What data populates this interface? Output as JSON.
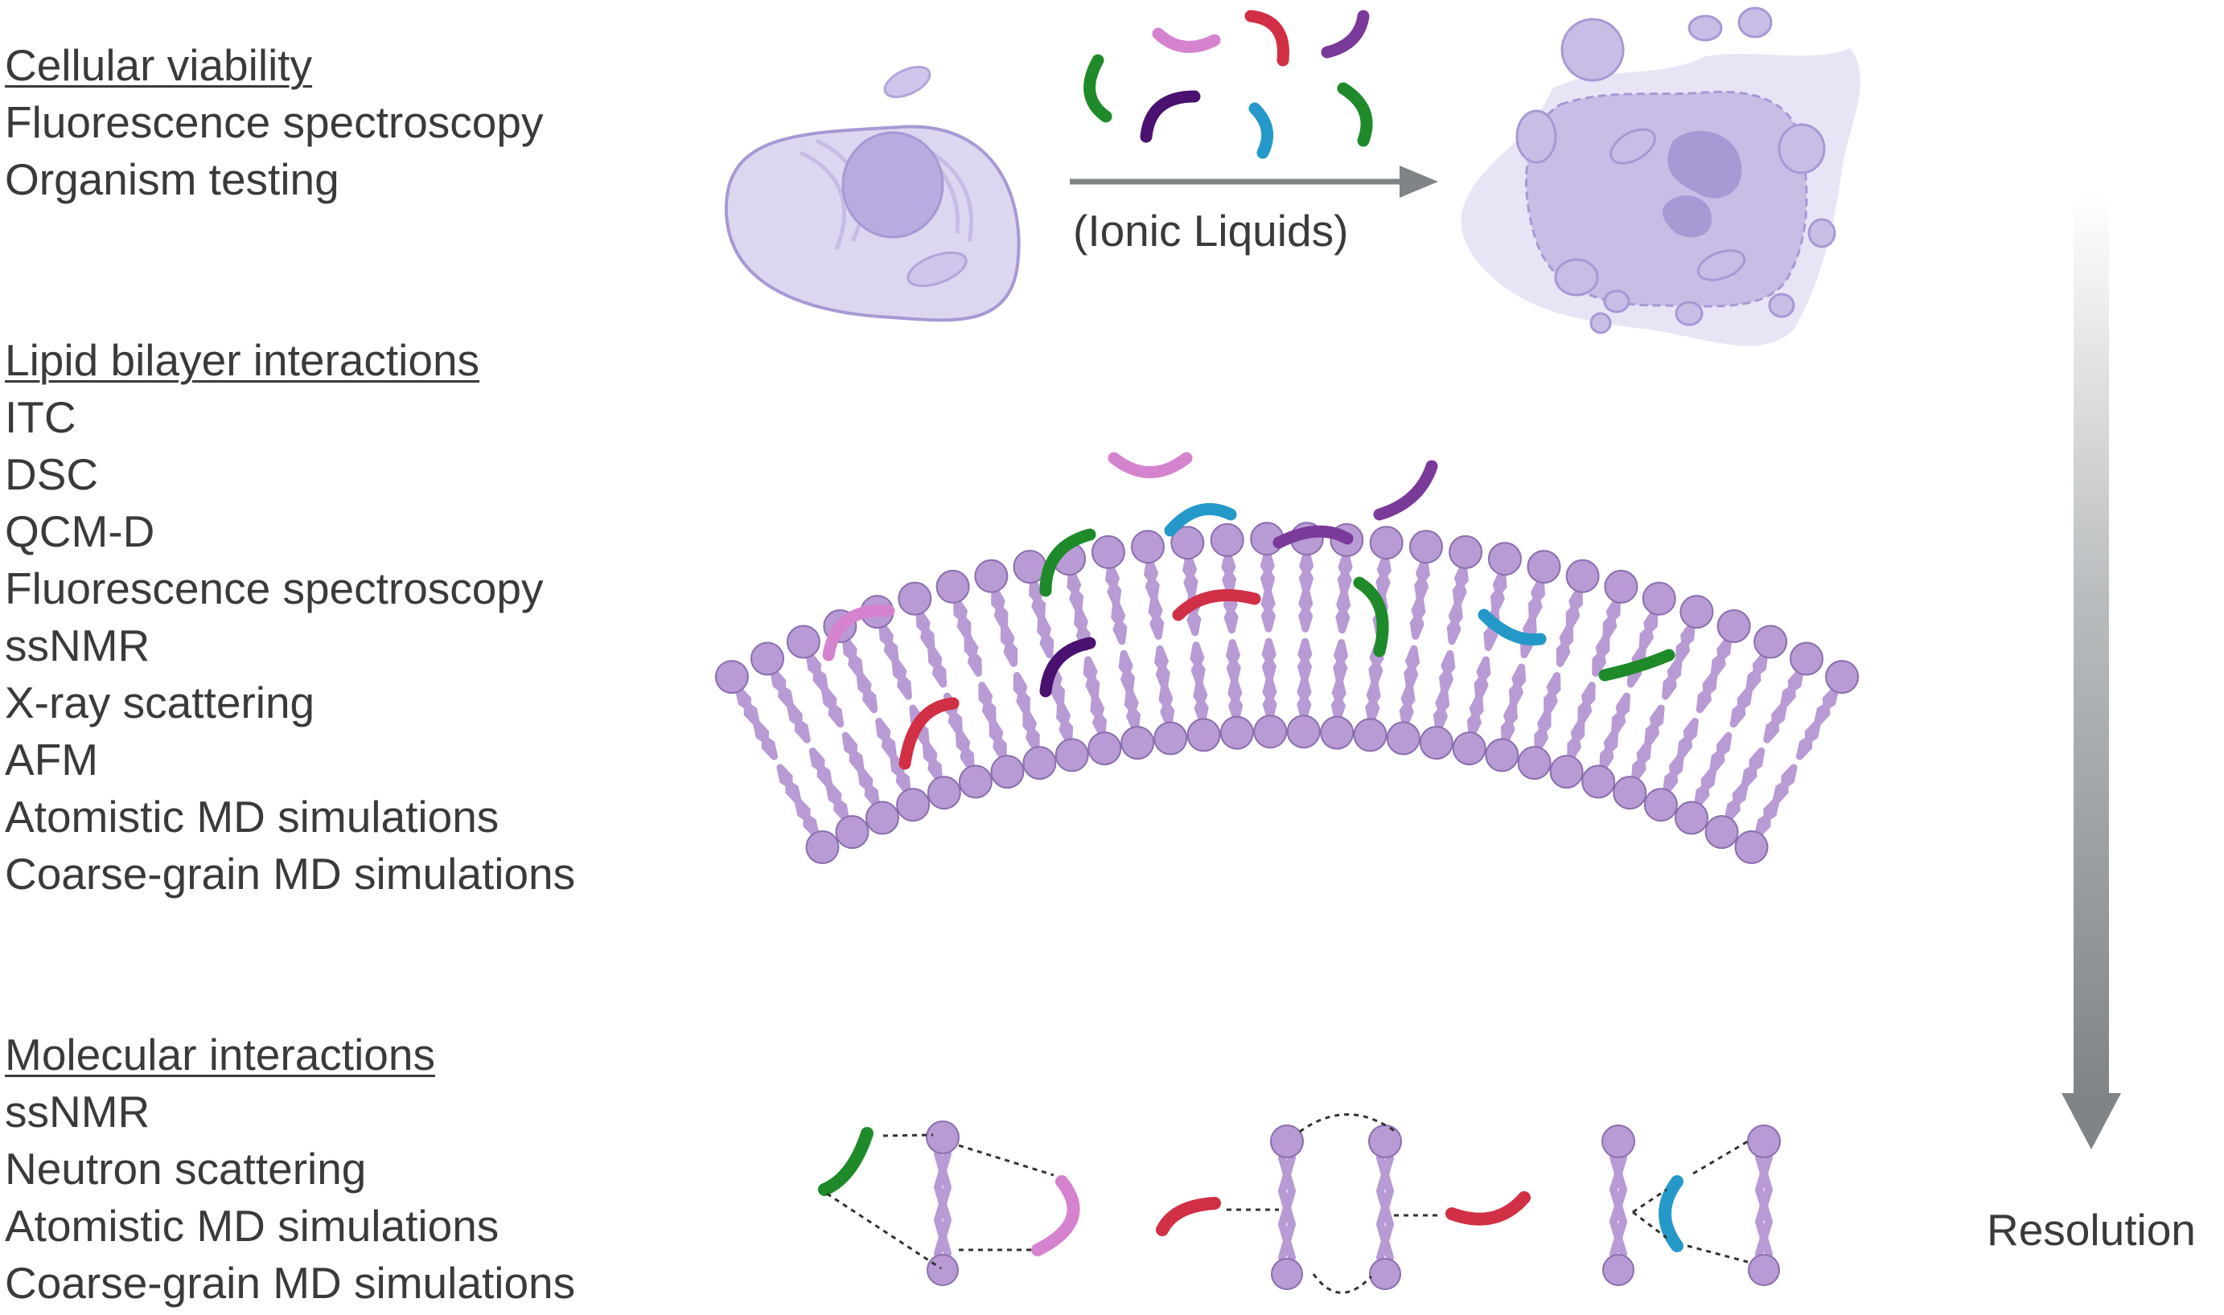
{
  "sections": [
    {
      "heading": "Cellular viability",
      "items": [
        "Fluorescence spectroscopy",
        "Organism testing"
      ]
    },
    {
      "heading": "Lipid bilayer interactions",
      "items": [
        "ITC",
        "DSC",
        "QCM-D",
        "Fluorescence spectroscopy",
        "ssNMR",
        "X-ray scattering",
        "AFM",
        "Atomistic MD simulations",
        "Coarse-grain MD simulations"
      ]
    },
    {
      "heading": "Molecular interactions",
      "items": [
        "ssNMR",
        "Neutron scattering",
        "Atomistic MD simulations",
        "Coarse-grain MD simulations"
      ]
    }
  ],
  "arrow_label": "(Ionic Liquids)",
  "resolution_label": "Resolution",
  "colors": {
    "text": "#3a3a3a",
    "cell_fill": "#ddd6f0",
    "cell_stroke": "#9f8fd0",
    "lipid": "#b89ad4",
    "lipid_stroke": "#8a6fae",
    "arrow": "#7f8486",
    "ionic_liquid_colors": [
      "#1f8a2a",
      "#d683cf",
      "#d12f45",
      "#7a3a9a",
      "#4a1170",
      "#2499c9"
    ]
  }
}
